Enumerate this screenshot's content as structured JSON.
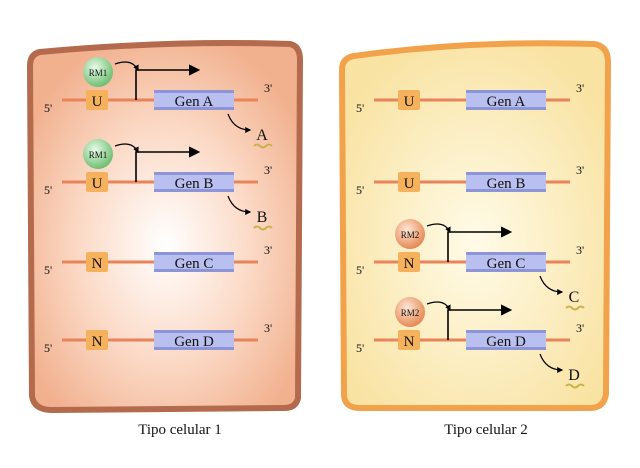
{
  "colors": {
    "cell1_fill": "#f6c3a6",
    "cell1_border": "#b46a4c",
    "cell2_fill": "#fbe9b0",
    "cell2_border": "#f2a24a",
    "dna_line": "#e9845a",
    "gene_box": "#b9bfee",
    "gene_stripe": "#8e94d8",
    "regulatory_box": "#f6b15c",
    "rm1": "#8fd08f",
    "rm2": "#f2a272",
    "mrna": "#c9b24a"
  },
  "diagram": {
    "prime5": "5'",
    "prime3": "3'",
    "cells": [
      {
        "caption": "Tipo celular 1",
        "genes": [
          {
            "reg": "U",
            "gene": "Gen A",
            "regulator": "RM1",
            "product": "A"
          },
          {
            "reg": "U",
            "gene": "Gen B",
            "regulator": "RM1",
            "product": "B"
          },
          {
            "reg": "N",
            "gene": "Gen C",
            "regulator": "",
            "product": ""
          },
          {
            "reg": "N",
            "gene": "Gen D",
            "regulator": "",
            "product": ""
          }
        ]
      },
      {
        "caption": "Tipo celular 2",
        "genes": [
          {
            "reg": "U",
            "gene": "Gen A",
            "regulator": "",
            "product": ""
          },
          {
            "reg": "U",
            "gene": "Gen B",
            "regulator": "",
            "product": ""
          },
          {
            "reg": "N",
            "gene": "Gen C",
            "regulator": "RM2",
            "product": "C"
          },
          {
            "reg": "N",
            "gene": "Gen D",
            "regulator": "RM2",
            "product": "D"
          }
        ]
      }
    ]
  }
}
